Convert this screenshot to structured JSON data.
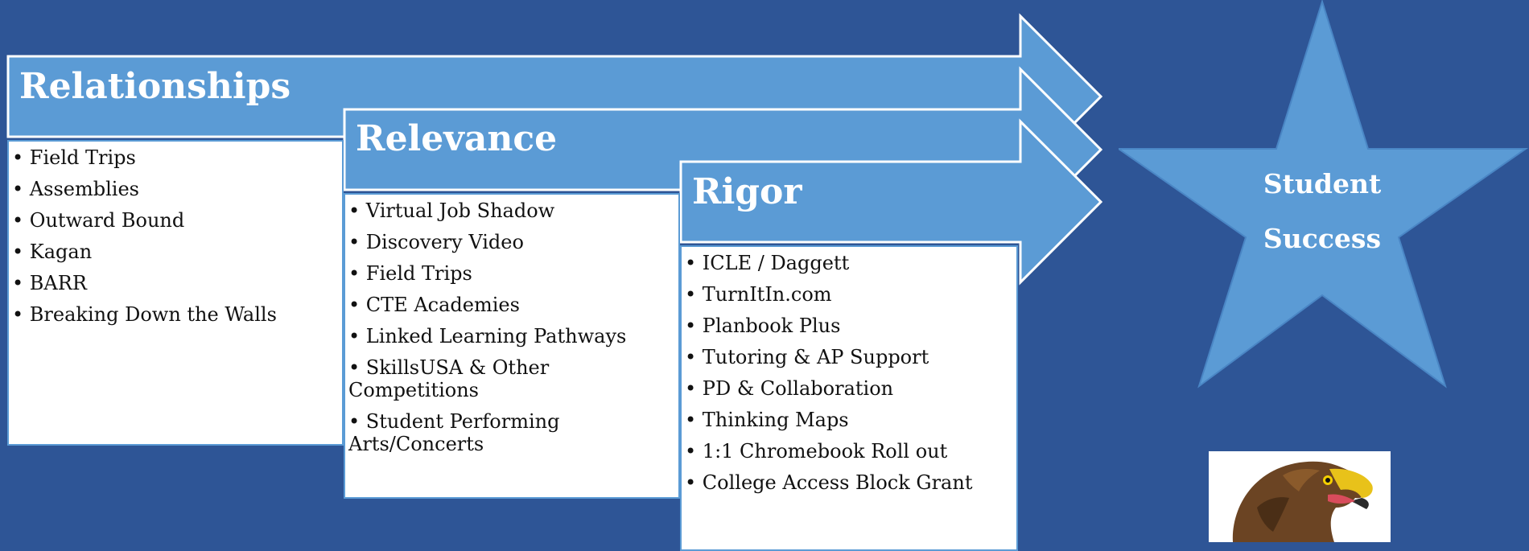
{
  "colors": {
    "background": "#2e5596",
    "arrow_fill": "#5b9bd5",
    "arrow_stroke": "#ffffff",
    "list_background": "#ffffff",
    "star_fill": "#5b9bd5"
  },
  "stages": [
    {
      "title": "Relationships",
      "items": [
        "Field Trips",
        "Assemblies",
        "Outward Bound",
        "Kagan",
        "BARR",
        "Breaking Down the Walls"
      ]
    },
    {
      "title": "Relevance",
      "items": [
        "Virtual Job Shadow",
        "Discovery Video",
        "Field Trips",
        "CTE Academies",
        "Linked Learning Pathways",
        "SkillsUSA & Other Competitions",
        "Student Performing Arts/Concerts"
      ]
    },
    {
      "title": "Rigor",
      "items": [
        "ICLE / Daggett",
        "TurnItIn.com",
        "Planbook Plus",
        "Tutoring & AP Support",
        "PD & Collaboration",
        "Thinking Maps",
        "1:1 Chromebook Roll out",
        "College Access Block Grant"
      ]
    }
  ],
  "goal": {
    "line1": "Student",
    "line2": "Success"
  },
  "logo": {
    "icon": "eagle-head-icon"
  }
}
